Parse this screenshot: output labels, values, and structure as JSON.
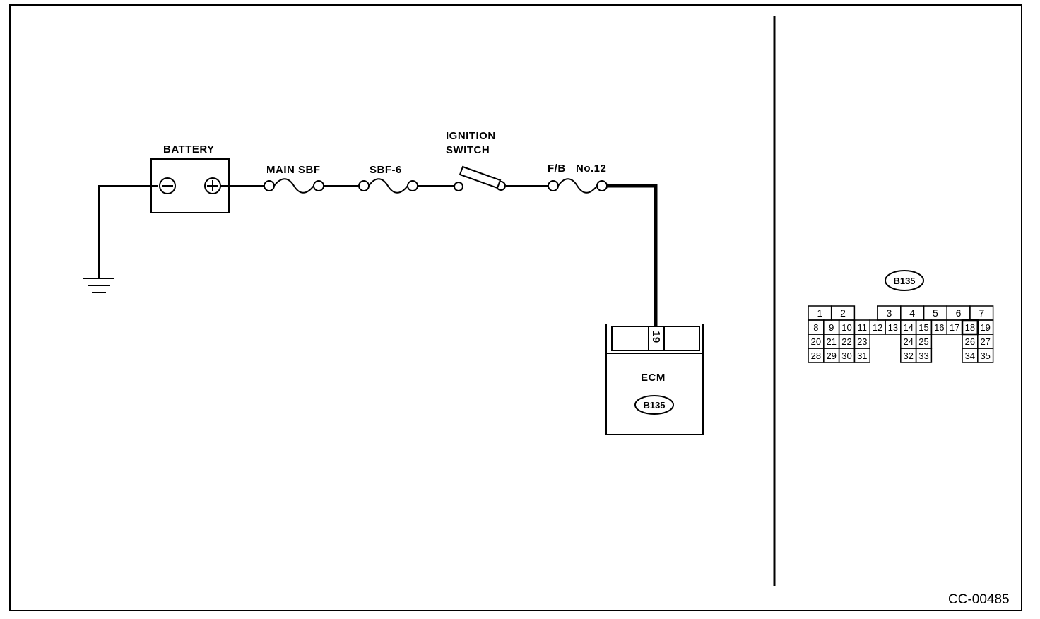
{
  "labels": {
    "battery": "BATTERY",
    "main_sbf": "MAIN SBF",
    "sbf6": "SBF-6",
    "ignition_line1": "IGNITION",
    "ignition_line2": "SWITCH",
    "fb": "F/B",
    "fb_no": "No.12",
    "ecm": "ECM",
    "ecm_connector": "B135",
    "ecm_terminal": "19",
    "connector_id": "B135",
    "figure_code": "CC-00485"
  },
  "connector": {
    "top_row_left": [
      "1",
      "2"
    ],
    "top_row_right": [
      "3",
      "4",
      "5",
      "6",
      "7"
    ],
    "row2": [
      "8",
      "9",
      "10",
      "11",
      "12",
      "13",
      "14",
      "15",
      "16",
      "17",
      "18",
      "19"
    ],
    "row3_left": [
      "20",
      "21",
      "22",
      "23"
    ],
    "row3_mid": [
      "24",
      "25"
    ],
    "row3_right": [
      "26",
      "27"
    ],
    "row4_left": [
      "28",
      "29",
      "30",
      "31"
    ],
    "row4_mid": [
      "32",
      "33"
    ],
    "row4_right": [
      "34",
      "35"
    ],
    "highlighted": "18"
  }
}
